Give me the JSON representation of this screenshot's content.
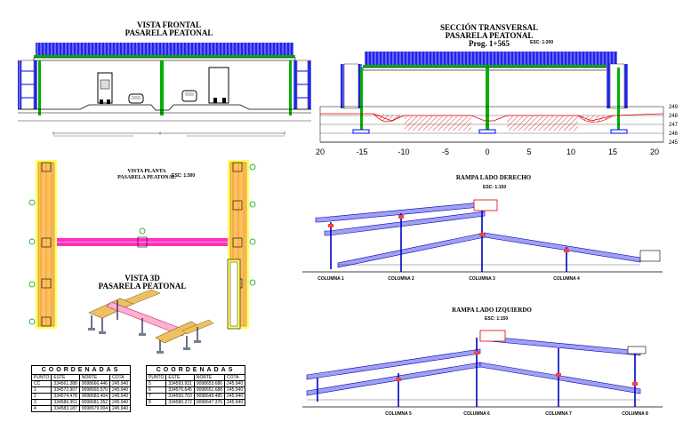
{
  "titles": {
    "frontal": [
      "VISTA FRONTAL",
      "PASARELA PEATONAL"
    ],
    "seccion": [
      "SECCIÓN TRANSVERSAL",
      "PASARELA PEATONAL"
    ],
    "seccion_prog": "Prog. 1+565",
    "seccion_esc": "ESC: 1:200",
    "planta": [
      "VISTA PLANTA",
      "PASARELA PEATONAL"
    ],
    "planta_esc": "ESC: 1:300",
    "vista3d": [
      "VISTA 3D",
      "PASARELA PEATONAL"
    ],
    "rampa_der": "RAMPA LADO DERECHO",
    "rampa_der_esc": "ESC: 1:150",
    "rampa_izq": "RAMPA LADO IZQUIERDO",
    "rampa_izq_esc": "ESC: 1:150"
  },
  "seccion_x_ticks": [
    "20",
    "-15",
    "-10",
    "-5",
    "0",
    "5",
    "10",
    "15",
    "20"
  ],
  "seccion_y_ticks": [
    "249",
    "248",
    "247",
    "246",
    "245"
  ],
  "columnas_der": [
    "COLUMNA 1",
    "COLUMNA 2",
    "COLUMNA 3",
    "COLUMNA 4"
  ],
  "columnas_izq": [
    "COLUMNA 5",
    "COLUMNA 6",
    "COLUMNA 7",
    "COLUMNA 8"
  ],
  "coordenadas": {
    "header": "COORDENADAS",
    "columns": [
      "PUNTO",
      "ESTE",
      "NORTE",
      "COTA"
    ],
    "left": [
      [
        "CC",
        "334561.388",
        "9098666.446",
        "245.940"
      ],
      [
        "1",
        "334572.907",
        "9098665.570",
        "245.940"
      ],
      [
        "2",
        "334574.478",
        "9098683.404",
        "245.940"
      ],
      [
        "3",
        "334586.351",
        "9098681.352",
        "245.940"
      ],
      [
        "4",
        "334583.187",
        "9098679.004",
        "245.940"
      ]
    ],
    "right": [
      [
        "5",
        "334593.931",
        "9098653.686",
        "245.940"
      ],
      [
        "6",
        "334576.645",
        "9098651.688",
        "245.940"
      ],
      [
        "7",
        "334550.703",
        "9098649.485",
        "245.940"
      ],
      [
        "8",
        "334580.272",
        "9098647.376",
        "245.940"
      ]
    ]
  },
  "colors": {
    "deck": "#1c1cff",
    "rail": "#00b000",
    "pink": "#ff30c0",
    "ramp": "#8080e0",
    "beam": "#ffc060",
    "yellow": "#ffff40",
    "red": "#e00000"
  }
}
